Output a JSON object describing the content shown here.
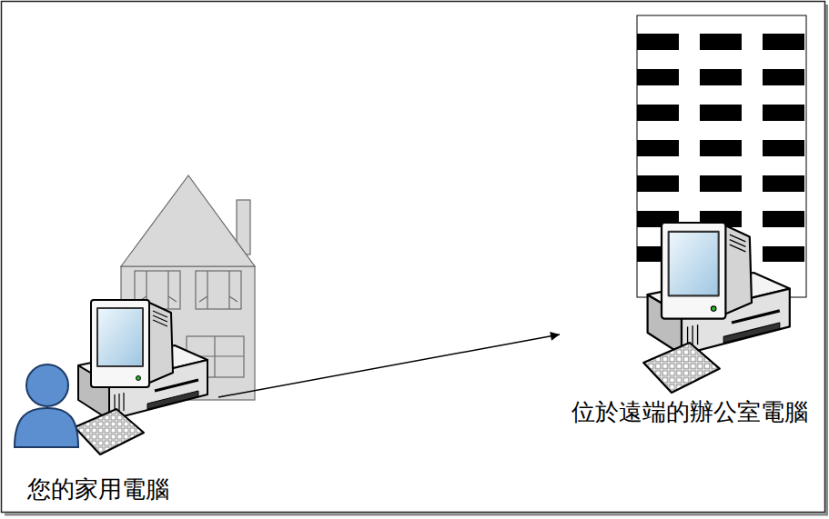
{
  "diagram": {
    "nodes": [
      {
        "text": [
          "您的家用電腦"
        ]
      },
      {
        "text": [
          "位於遠端的辦公室電腦"
        ]
      }
    ],
    "edges": [
      {
        "from": 0,
        "to": 1,
        "arrow": "to"
      }
    ]
  }
}
